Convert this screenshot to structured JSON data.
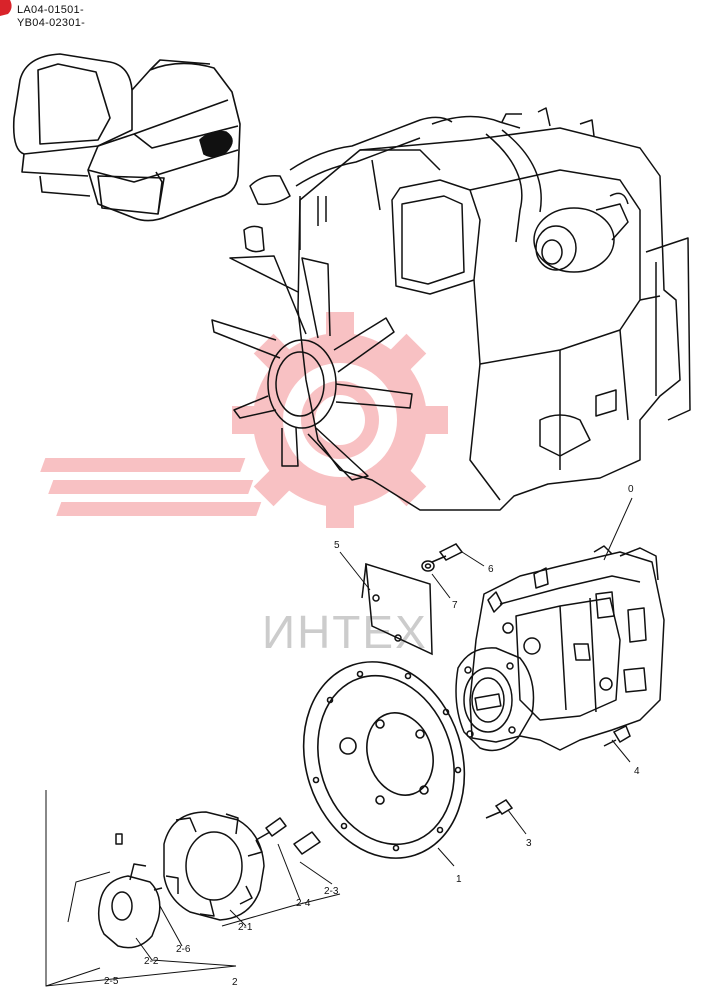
{
  "header": {
    "serial_numbers": [
      "LA04-01501-",
      "YB04-02301-"
    ]
  },
  "watermark": {
    "text": "ИНТЕХ",
    "color": "#e8262b"
  },
  "callouts": [
    {
      "id": "0",
      "label": "0"
    },
    {
      "id": "1",
      "label": "1"
    },
    {
      "id": "2",
      "label": "2"
    },
    {
      "id": "2-1",
      "label": "2-1"
    },
    {
      "id": "2-2",
      "label": "2-2"
    },
    {
      "id": "2-3",
      "label": "2-3"
    },
    {
      "id": "2-4",
      "label": "2-4"
    },
    {
      "id": "2-5",
      "label": "2-5"
    },
    {
      "id": "2-6",
      "label": "2-6"
    },
    {
      "id": "3",
      "label": "3"
    },
    {
      "id": "4",
      "label": "4"
    },
    {
      "id": "5",
      "label": "5"
    },
    {
      "id": "6",
      "label": "6"
    },
    {
      "id": "7",
      "label": "7"
    }
  ]
}
